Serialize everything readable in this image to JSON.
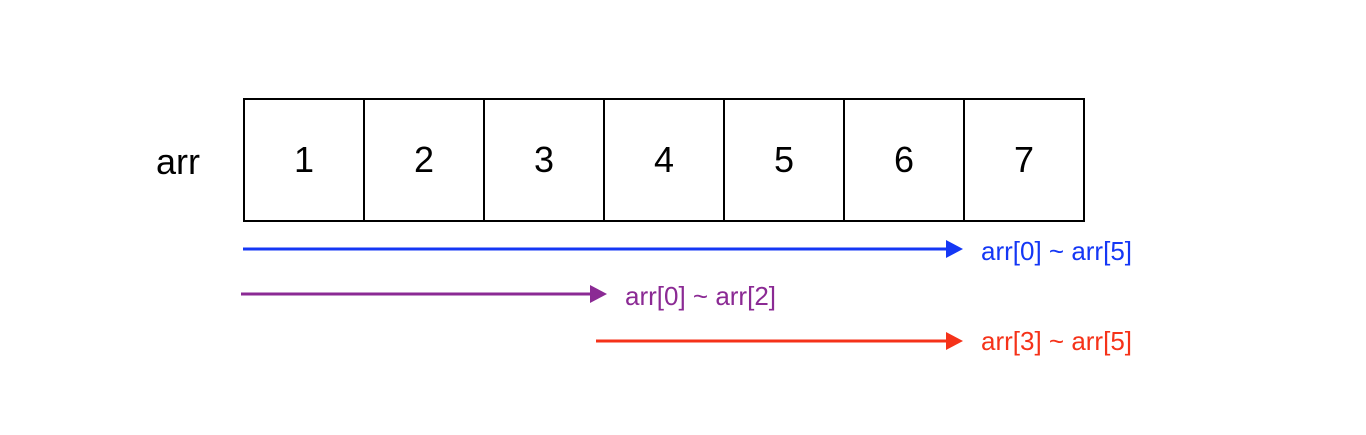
{
  "array": {
    "name": "arr",
    "values": [
      "1",
      "2",
      "3",
      "4",
      "5",
      "6",
      "7"
    ]
  },
  "ranges": [
    {
      "label": "arr[0] ~ arr[5]",
      "color": "#1437f5",
      "start_index": 0,
      "end_index": 5
    },
    {
      "label": "arr[0] ~ arr[2]",
      "color": "#8b2a94",
      "start_index": 0,
      "end_index": 2
    },
    {
      "label": "arr[3] ~ arr[5]",
      "color": "#f53219",
      "start_index": 3,
      "end_index": 5
    }
  ]
}
